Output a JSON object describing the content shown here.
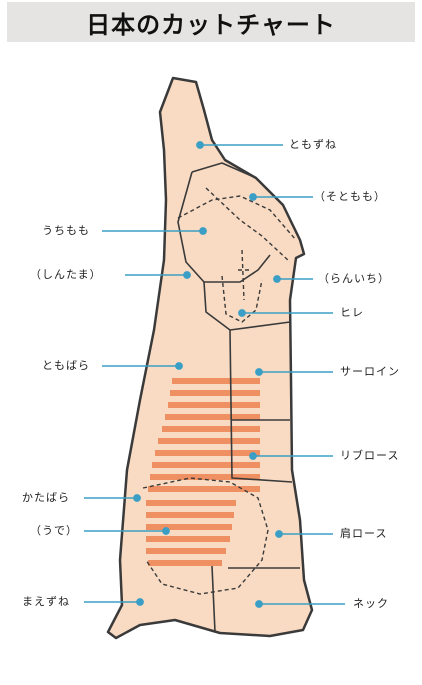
{
  "title": "日本のカットチャート",
  "colors": {
    "meat": "#f9dbc3",
    "outline": "#3a3a3a",
    "stripe": "#ef9062",
    "marker": "#3b9fc5",
    "title_bg": "#e6e4e2"
  },
  "labels": {
    "tomozune": "ともずね",
    "sotomomo": "（そともも）",
    "uchimomo": "うちもも",
    "shintama": "（しんたま）",
    "ranichi": "（らんいち）",
    "hire": "ヒレ",
    "tomobara": "ともばら",
    "sirloin": "サーロイン",
    "ribroast": "リブロース",
    "katabara": "かたばら",
    "ude": "（うで）",
    "kataroast": "肩ロース",
    "maezune": "まえずね",
    "neck": "ネック"
  }
}
